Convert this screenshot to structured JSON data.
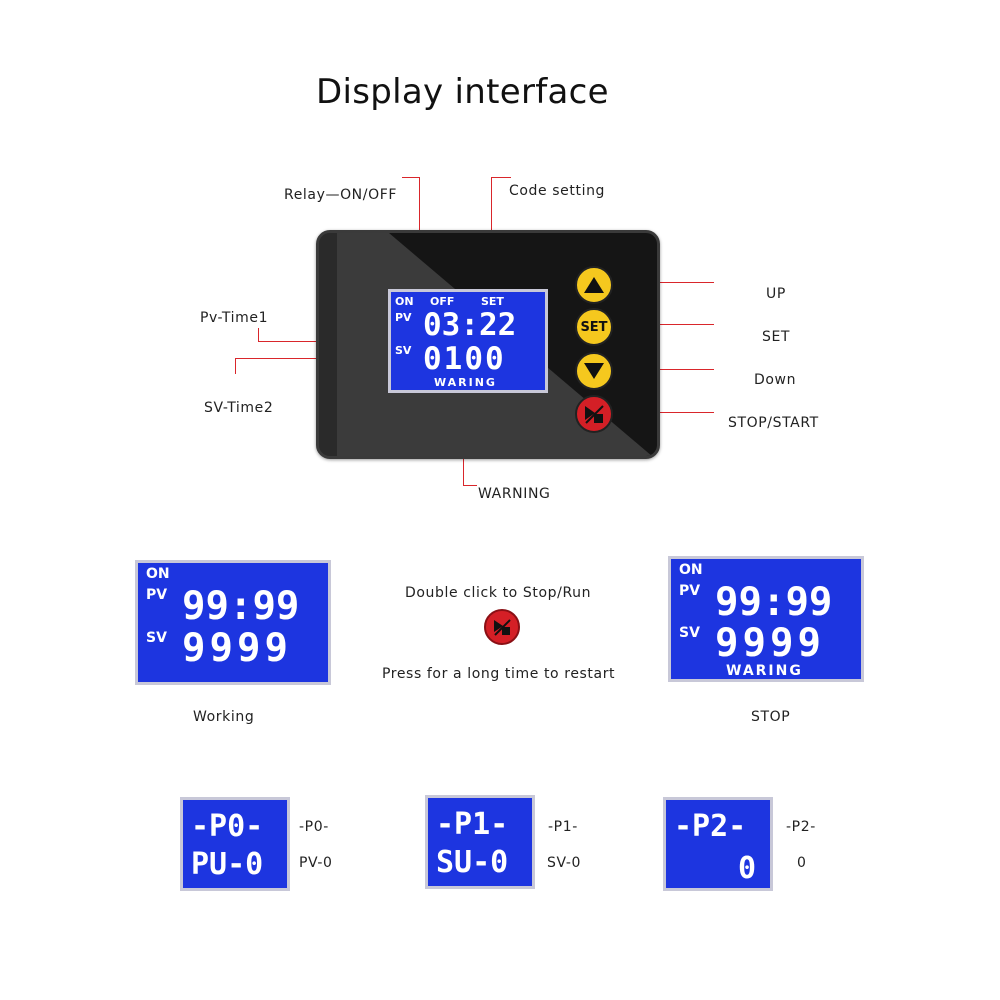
{
  "title": "Display interface",
  "callouts": {
    "relay": "Relay—ON/OFF",
    "code_setting": "Code setting",
    "pv_time1": "Pv-Time1",
    "sv_time2": "SV-Time2",
    "warning": "WARNING",
    "up": "UP",
    "set": "SET",
    "down": "Down",
    "stop_start": "STOP/START"
  },
  "main_lcd": {
    "on": "ON",
    "off": "OFF",
    "set": "SET",
    "pv": "PV",
    "pv_value": "03:22",
    "sv": "SV",
    "sv_value": "0100",
    "warn": "WARING"
  },
  "buttons": {
    "set_label": "SET"
  },
  "working_lcd": {
    "on": "ON",
    "pv": "PV",
    "pv_value": "99:99",
    "sv": "SV",
    "sv_value": "9999"
  },
  "stop_lcd": {
    "on": "ON",
    "pv": "PV",
    "pv_value": "99:99",
    "sv": "SV",
    "sv_value": "9999",
    "warn": "WARING"
  },
  "middle": {
    "top": "Double click to Stop/Run",
    "bottom": "Press for a long time to restart"
  },
  "captions": {
    "working": "Working",
    "stop": "STOP"
  },
  "params": [
    {
      "line1": "-P0-",
      "line2": "PU-0",
      "label1": "-P0-",
      "label2": "PV-0"
    },
    {
      "line1": "-P1-",
      "line2": "SU-0",
      "label1": "-P1-",
      "label2": "SV-0"
    },
    {
      "line1": "-P2-",
      "line2": "0",
      "label1": "-P2-",
      "label2": "0"
    }
  ],
  "colors": {
    "lcd_blue": "#1d35e0",
    "leader_red": "#d9262b",
    "button_yellow": "#f5c81e",
    "button_red": "#d41f26"
  },
  "icons": {
    "up": "triangle-up-icon",
    "down": "triangle-down-icon",
    "stop_start": "play-stop-icon"
  }
}
